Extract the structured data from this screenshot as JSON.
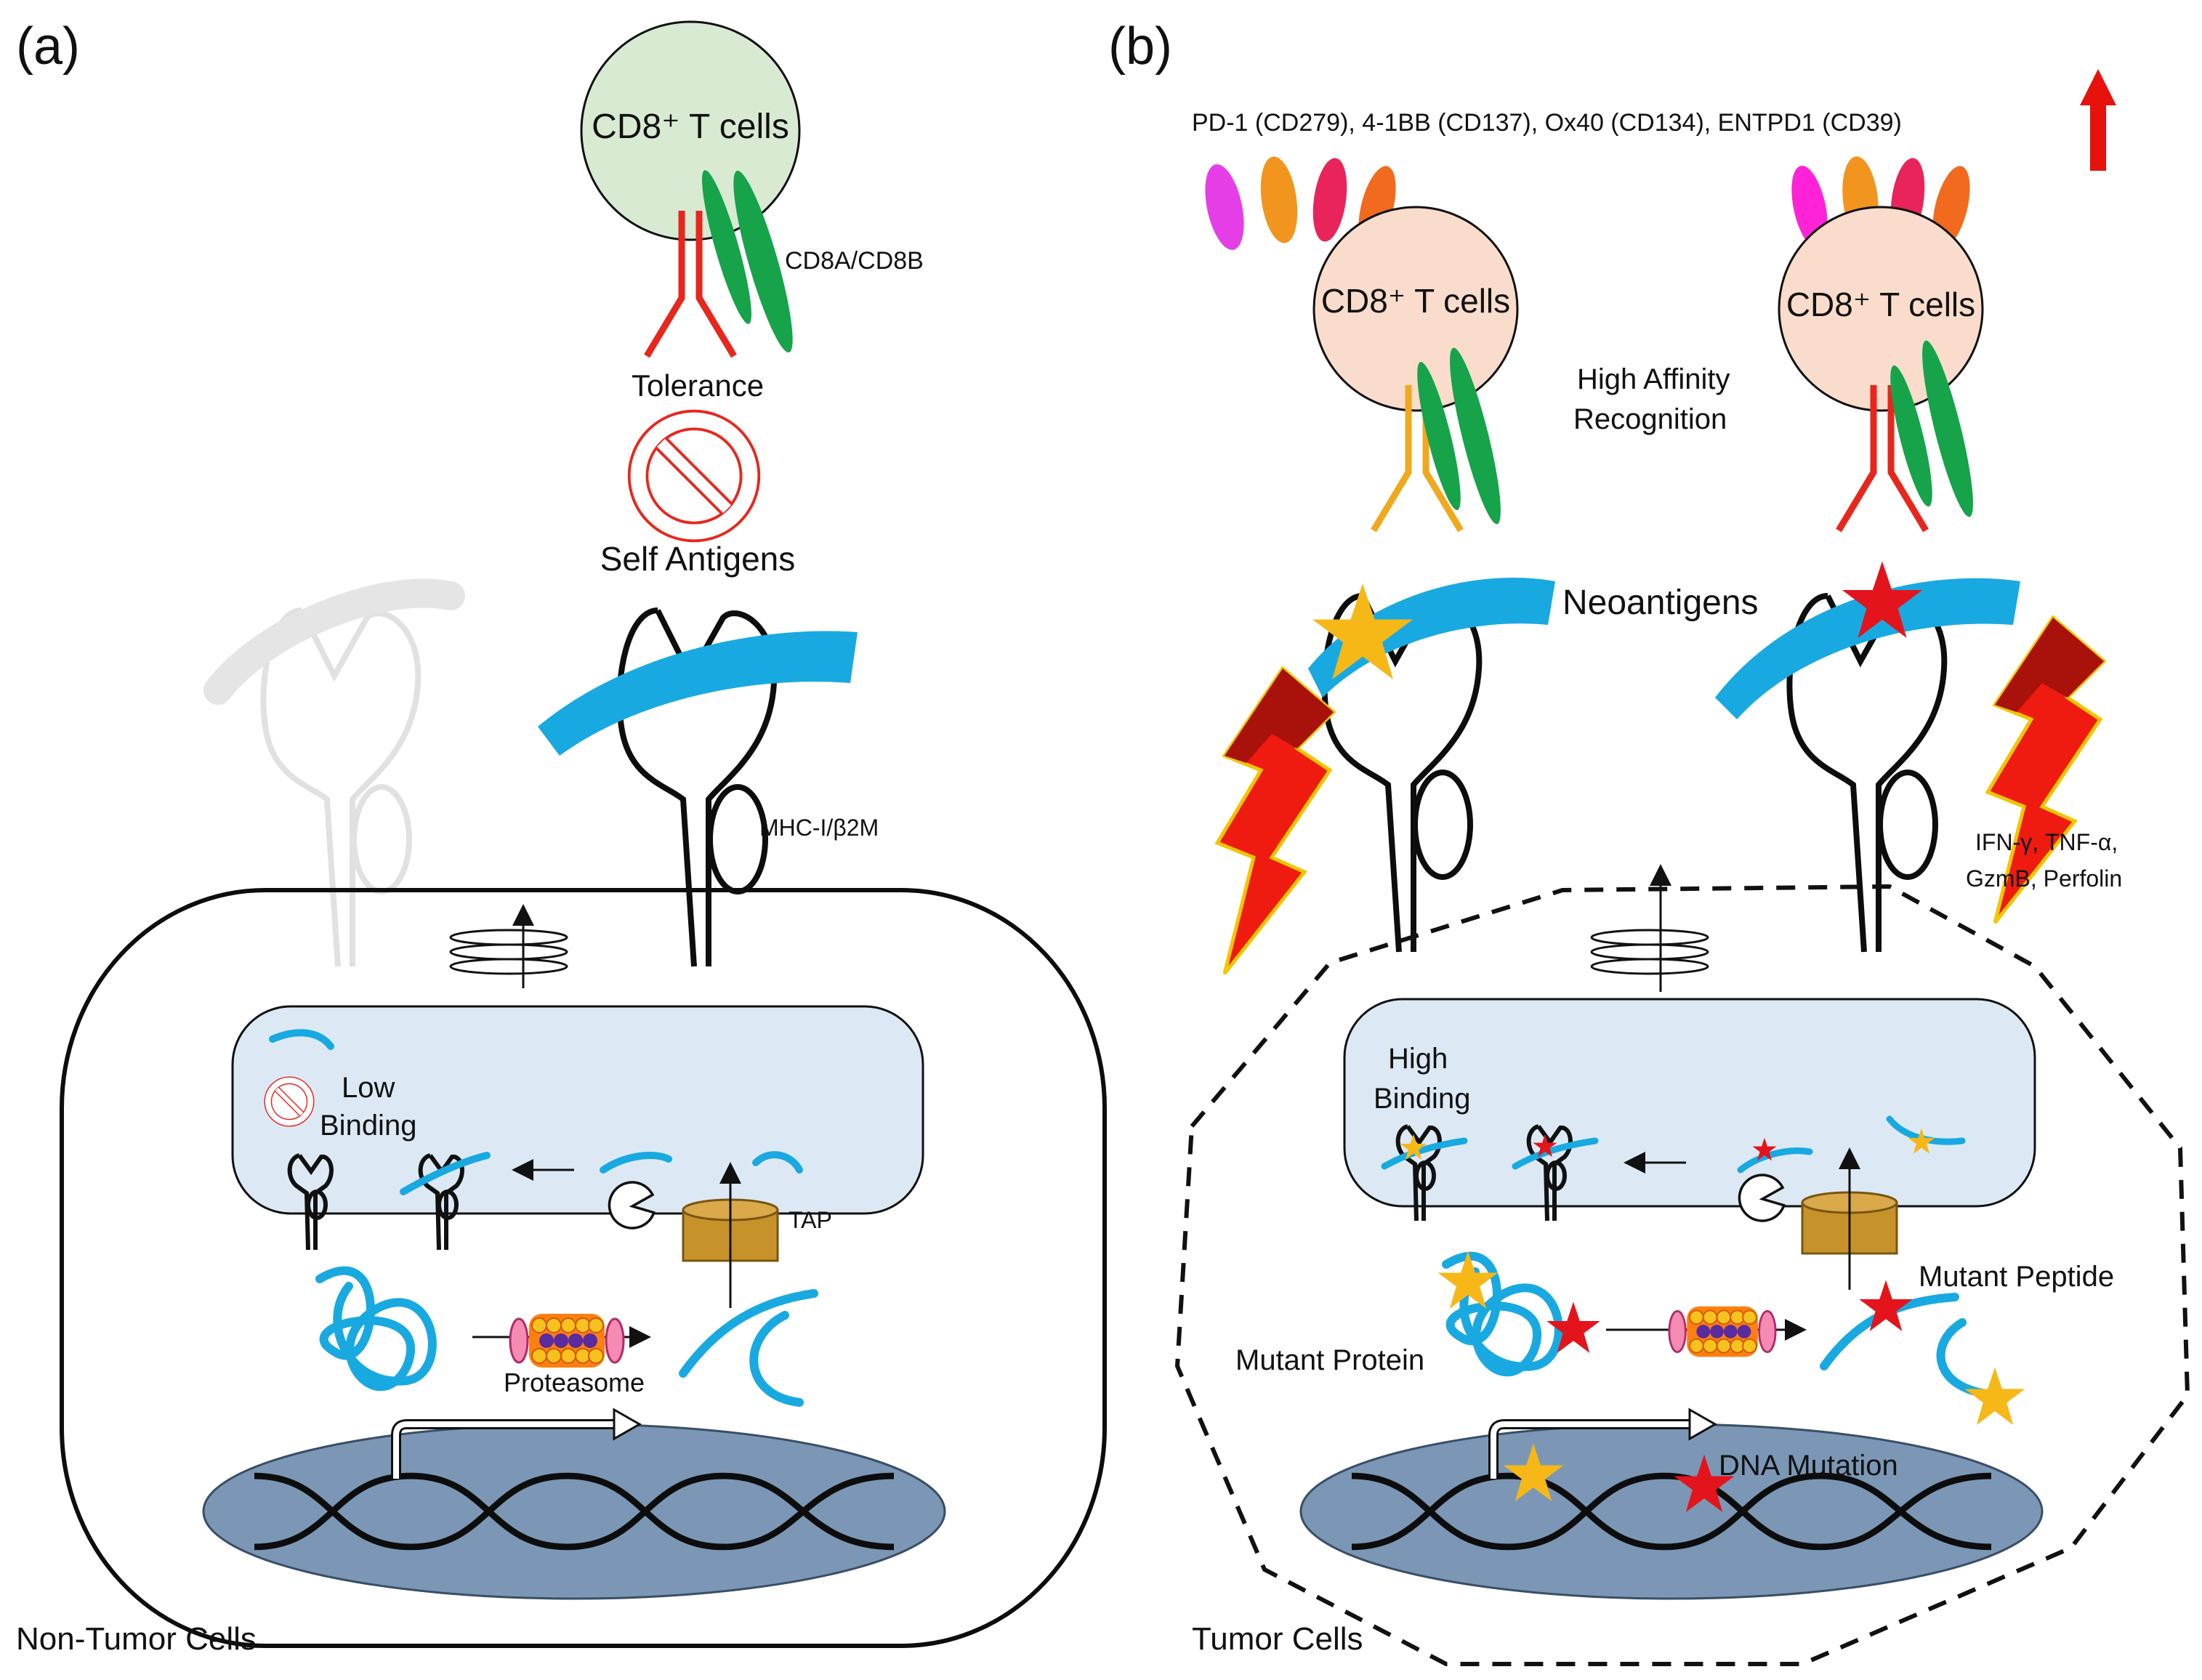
{
  "panels": {
    "a": {
      "label": "(a)",
      "cell_caption": "Non-Tumor Cells",
      "tcell_label": "CD8⁺ T cells",
      "coreceptor_label": "CD8A/CD8B",
      "tolerance_label": "Tolerance",
      "self_antigens_label": "Self Antigens",
      "mhc_label": "MHC-I/β2M",
      "low_binding_label_1": "Low",
      "low_binding_label_2": "Binding",
      "tap_label": "TAP",
      "proteasome_label": "Proteasome"
    },
    "b": {
      "label": "(b)",
      "cell_caption": "Tumor Cells",
      "upregulated_markers": "PD-1 (CD279), 4-1BB (CD137), Ox40 (CD134), ENTPD1 (CD39)",
      "tcell_label_left": "CD8⁺ T cells",
      "tcell_label_right": "CD8⁺ T cells",
      "recognition_label_1": "High Affinity",
      "recognition_label_2": "Recognition",
      "neoantigens_label": "Neoantigens",
      "cytokines_line_1": "IFN-γ, TNF-α,",
      "cytokines_line_2": "GzmB, Perfolin",
      "high_binding_label_1": "High",
      "high_binding_label_2": "Binding",
      "mutant_peptide_label": "Mutant Peptide",
      "mutant_protein_label": "Mutant Protein",
      "dna_mutation_label": "DNA Mutation"
    }
  },
  "colors": {
    "tcell_a_fill": "#d9ead3",
    "tcell_b_fill": "#f9dccb",
    "er_fill": "#dce9f5",
    "nucleus_fill": "#7b97b5",
    "peptide": "#19a9e1",
    "tcr_red": "#e8261c",
    "tcr_gold": "#f0a81c",
    "cd8_green": "#16a34a",
    "star_gold": "#f6b817",
    "star_red": "#e4141c",
    "tap": "#c8922b",
    "arrow_up": "#e8120c"
  }
}
